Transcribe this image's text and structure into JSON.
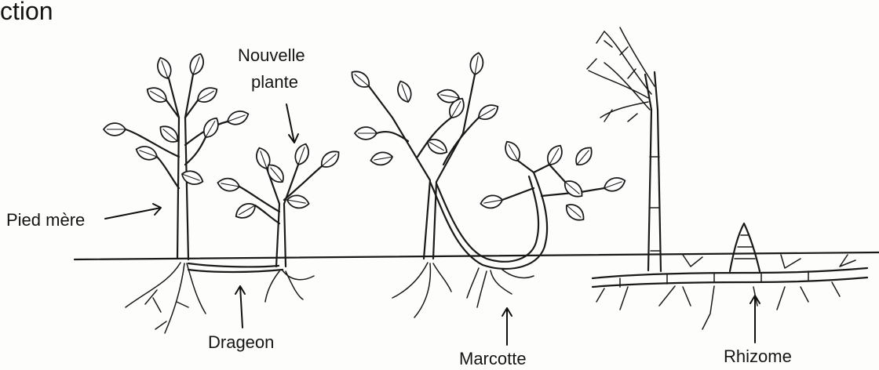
{
  "page_title_fragment": "ction",
  "labels": {
    "nouvelle_plante_line1": "Nouvelle",
    "nouvelle_plante_line2": "plante",
    "pied_mere": "Pied mère",
    "drageon": "Drageon",
    "marcotte": "Marcotte",
    "rhizome": "Rhizome"
  },
  "colors": {
    "ink": "#1a1a1a",
    "paper": "#fdfdfb"
  }
}
